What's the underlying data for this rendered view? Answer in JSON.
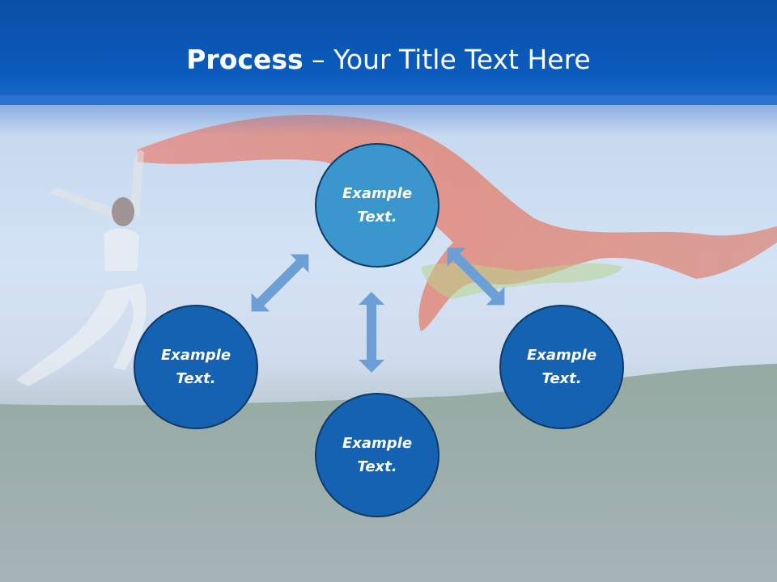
{
  "title": {
    "bold": "Process",
    "rest": " – Your Title Text Here"
  },
  "nodes": {
    "top": "Example\nText.",
    "left": "Example\nText.",
    "right": "Example\nText.",
    "bottom": "Example\nText."
  },
  "colors": {
    "title_bar": "#0b5bbd",
    "node_top": "#3a96cc",
    "node_blue": "#1561b2",
    "arrow": "#6b9fd6",
    "node_border": "#0d3a66"
  },
  "icons": [
    "double-arrow-icon"
  ]
}
